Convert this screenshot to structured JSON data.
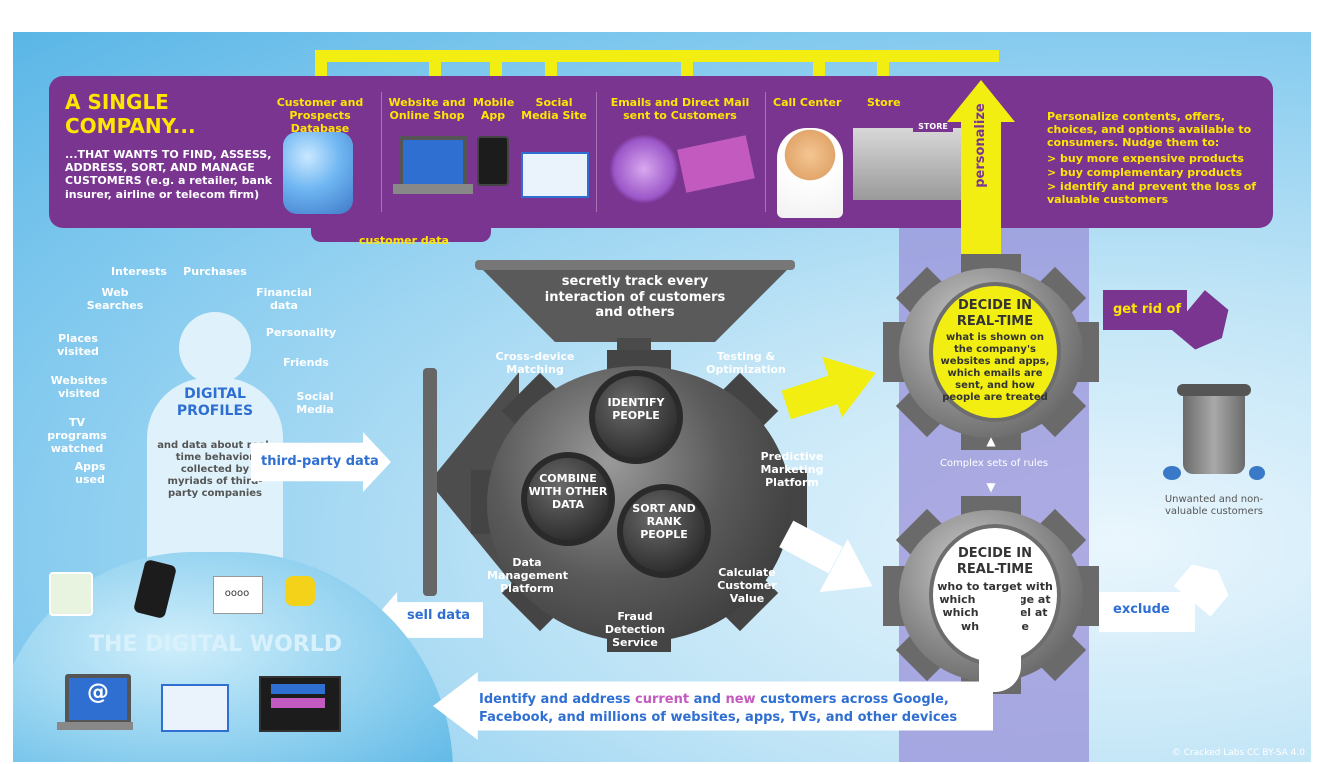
{
  "company": {
    "title": "A SINGLE COMPANY...",
    "subtitle": "...THAT WANTS TO FIND, ASSESS, ADDRESS, SORT, AND MANAGE CUSTOMERS (e.g. a retailer, bank insurer, airline or telecom firm)"
  },
  "channels": {
    "database": "Customer and Prospects Database",
    "website": "Website and Online Shop",
    "mobile": "Mobile App",
    "social": "Social Media Site",
    "emails": "Emails and Direct Mail sent to Customers",
    "callcenter": "Call Center",
    "store": "Store",
    "store_sign": "STORE"
  },
  "personalize": {
    "label": "personalize",
    "intro": "Personalize contents, offers, choices, and options available to consumers. Nudge them to:",
    "items": [
      "> buy more expensive products",
      "> buy complementary products",
      "> identify and prevent the loss of valuable customers"
    ]
  },
  "flows": {
    "customer_data": "customer data",
    "third_party_data": "third-party data",
    "sell_data": "sell data",
    "get_rid_of": "get rid of",
    "exclude": "exclude"
  },
  "profile": {
    "attributes": [
      "Interests",
      "Purchases",
      "Web Searches",
      "Financial data",
      "Personality",
      "Places visited",
      "Friends",
      "Websites visited",
      "Social Media",
      "TV programs watched",
      "Apps used"
    ],
    "title": "DIGITAL PROFILES",
    "desc": "and data about real-time behavior collected by myriads of third-party companies"
  },
  "digital_world": {
    "title": "THE DIGITAL WORLD",
    "search_text": "oooo"
  },
  "machine": {
    "funnel": "secretly track every interaction of customers and others",
    "labels": [
      "Cross-device Matching",
      "Testing & Optimization",
      "Predictive Marketing Platform",
      "Calculate Customer Value",
      "Fraud Detection Service",
      "Data Management Platform"
    ],
    "gears": [
      "IDENTIFY PEOPLE",
      "COMBINE WITH OTHER DATA",
      "SORT AND RANK PEOPLE"
    ]
  },
  "decide_top": {
    "title": "DECIDE IN REAL-TIME",
    "desc": "what is shown on the company's websites and apps, which emails are sent, and how people are treated"
  },
  "rules": "Complex sets of rules",
  "decide_bottom": {
    "title": "DECIDE IN REAL-TIME",
    "desc": "who to target with which message at which channel at which time"
  },
  "trash_label": "Unwanted and non-valuable customers",
  "bottom_banner": {
    "line1_pre": "Identify and address ",
    "current": "current",
    "line1_mid": " and ",
    "new": "new",
    "line1_post": " customers across Google,",
    "line2": "Facebook, and millions of websites, apps, TVs, and other devices"
  },
  "credit": "© Cracked Labs CC BY-SA 4.0",
  "colors": {
    "purple": "#7a3591",
    "yellow": "#f2ee12",
    "sky": "#5ab6e6",
    "lavender": "#9a91d9"
  }
}
